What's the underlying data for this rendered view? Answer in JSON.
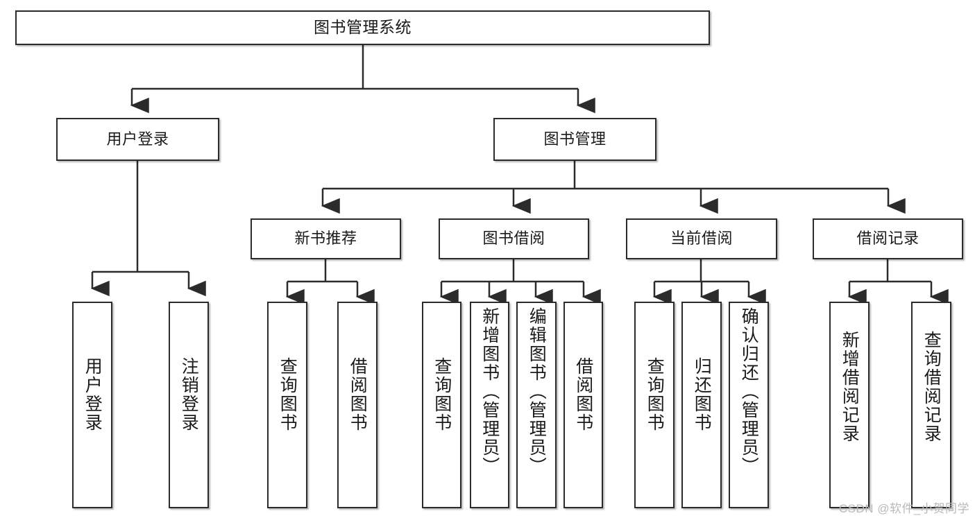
{
  "diagram": {
    "title": "图书管理系统",
    "watermark": "CSDN @软件_小贺同学",
    "line_color": "#2b2b2b",
    "box_fill": "#ffffff",
    "text_color": "#1a1a1a",
    "nodes": {
      "root": "图书管理系统",
      "user_login": "用户登录",
      "book_manage": "图书管理",
      "new_book_rec": "新书推荐",
      "book_borrow": "图书借阅",
      "current_borrow": "当前借阅",
      "borrow_record": "借阅记录",
      "leaf_user_login": "用户登录",
      "leaf_logout_login": "注销登录",
      "leaf_query_book_1": "查询图书",
      "leaf_borrow_book_1": "借阅图书",
      "leaf_query_book_2": "查询图书",
      "leaf_add_book_admin": "新增图书（管理员）",
      "leaf_edit_book_admin": "编辑图书（管理员）",
      "leaf_borrow_book_2": "借阅图书",
      "leaf_query_book_3": "查询图书",
      "leaf_return_book": "归还图书",
      "leaf_confirm_return_admin": "确认归还（管理员）",
      "leaf_add_borrow_record": "新增借阅记录",
      "leaf_query_borrow_record": "查询借阅记录"
    }
  }
}
